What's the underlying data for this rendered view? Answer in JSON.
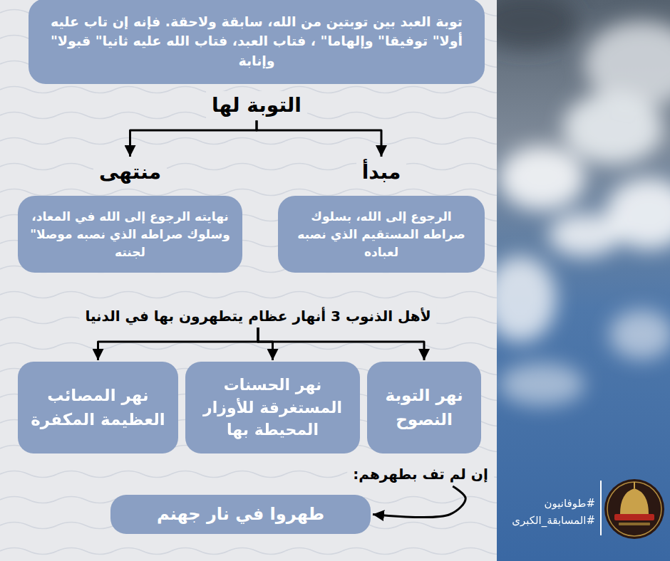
{
  "diagram": {
    "nodes": [
      {
        "text": [
          "توبة العبد بين توبتين من الله، سابقة ولاحقة. فإنه إن تاب عليه أولا\" توفيقا\" وإلهاما\" ، فتاب العبد، فتاب الله عليه ثانيا\" قبولا\" وإنابة"
        ]
      },
      {
        "text": [
          "التوبة لها"
        ]
      },
      {
        "text": [
          "مبدأ",
          "الرجوع إلى الله، بسلوك صراطه المستقيم الذي نصبه لعباده"
        ]
      },
      {
        "text": [
          "منتهى",
          "نهايته الرجوع إلى الله في المعاد، وسلوك صراطه الذي نصبه موصلا\" لجنته"
        ]
      },
      {
        "text": [
          "لأهل الذنوب 3 أنهار عظام يتطهرون بها في الدنيا"
        ]
      },
      {
        "text": [
          "نهر التوبة النصوح"
        ]
      },
      {
        "text": [
          "نهر الحسنات المستغرقة للأوزار المحيطة بها"
        ]
      },
      {
        "text": [
          "نهر المصائب العظيمة المكفرة"
        ]
      },
      {
        "text": [
          "إن لم تف بطهرهم:"
        ]
      },
      {
        "text": [
          "طهروا في نار جهنم"
        ]
      }
    ],
    "edges": [
      {
        "from": 1,
        "to": 2,
        "arrow": "to"
      },
      {
        "from": 1,
        "to": 3,
        "arrow": "to"
      },
      {
        "from": 4,
        "to": 5,
        "arrow": "to"
      },
      {
        "from": 4,
        "to": 6,
        "arrow": "to"
      },
      {
        "from": 4,
        "to": 7,
        "arrow": "to"
      },
      {
        "from": 8,
        "to": 9,
        "arrow": "to"
      }
    ],
    "labels": [
      "#طوفانيون",
      "#المسابقة_الكبرى"
    ]
  }
}
